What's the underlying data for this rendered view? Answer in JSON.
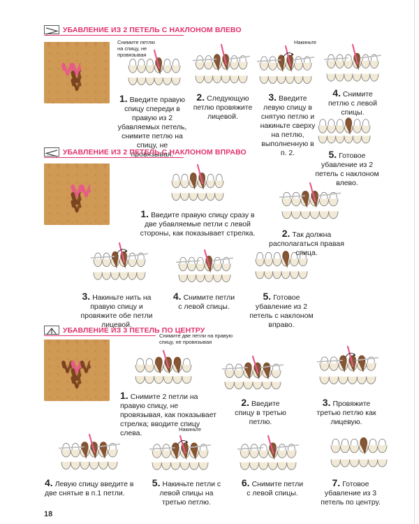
{
  "page_number": "18",
  "sections": [
    {
      "title": "УБАВЛЕНИЕ ИЗ 2 ПЕТЕЛЬ С НАКЛОНОМ ВЛЕВО",
      "notes": [
        "Снимите петлю на спицу, не провязывая",
        "Накиньте"
      ],
      "steps": [
        {
          "n": "1.",
          "text": "Введите правую спицу спереди в правую из 2 убавляемых петель, снимите петлю на спицу, не провязывая."
        },
        {
          "n": "2.",
          "text": "Следующую петлю провяжите лицевой."
        },
        {
          "n": "3.",
          "text": "Введите левую спицу в снятую петлю и накиньте сверху на петлю, выполненную в п. 2."
        },
        {
          "n": "4.",
          "text": "Снимите петлю с левой спицы."
        },
        {
          "n": "5.",
          "text": "Готовое убавление из 2 петель с наклоном влево."
        }
      ]
    },
    {
      "title": "УБАВЛЕНИЕ ИЗ 2 ПЕТЕЛЬ С НАКЛОНОМ ВПРАВО",
      "steps": [
        {
          "n": "1.",
          "text": "Введите правую спицу сразу в две убавляемые петли с левой стороны, как показывает стрелка."
        },
        {
          "n": "2.",
          "text": "Так должна располагаться правая спица."
        },
        {
          "n": "3.",
          "text": "Накиньте нить на правую спицу и провяжите обе петли лицевой."
        },
        {
          "n": "4.",
          "text": "Снимите петли с левой спицы."
        },
        {
          "n": "5.",
          "text": "Готовое убавление из 2 петель с наклоном вправо."
        }
      ]
    },
    {
      "title": "УБАВЛЕНИЕ ИЗ 3 ПЕТЕЛЬ ПО ЦЕНТРУ",
      "notes": [
        "Снимите две петли на правую спицу, не провязывая",
        "Накиньте"
      ],
      "steps": [
        {
          "n": "1.",
          "text": "Снимите 2 петли на правую спицу, не провязывая, как показывает стрелка; вводите спицу слева."
        },
        {
          "n": "2.",
          "text": "Введите спицу в третью петлю."
        },
        {
          "n": "3.",
          "text": "Провяжите третью петлю как лицевую."
        },
        {
          "n": "4.",
          "text": "Левую спицу введите в две снятые в п.1 петли."
        },
        {
          "n": "5.",
          "text": "Накиньте петли с левой спицы на третью петлю."
        },
        {
          "n": "6.",
          "text": "Снимите петли с левой спицы."
        },
        {
          "n": "7.",
          "text": "Готовое убавление из 3 петель по центру."
        }
      ]
    }
  ],
  "colors": {
    "accent": "#e0316e",
    "knit": "#cf9a55",
    "brown": "#7a4420",
    "pink": "#e85a8a",
    "diagram_fill": "#f2ead7"
  },
  "icons": [
    "decrease-left-icon",
    "decrease-right-icon",
    "decrease-center-icon"
  ]
}
